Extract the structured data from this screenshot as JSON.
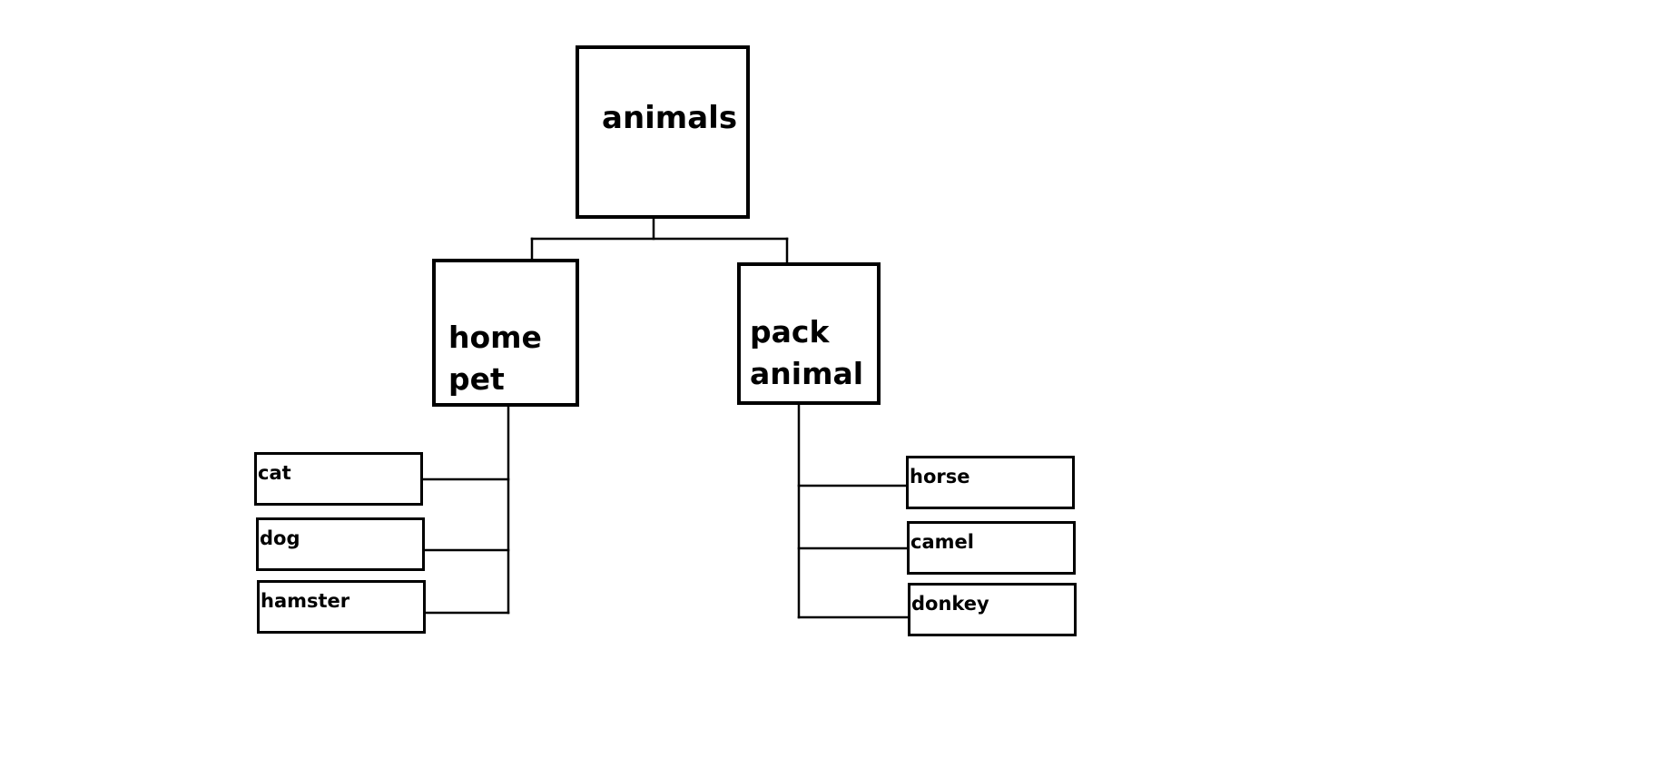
{
  "diagram": {
    "root": {
      "label": "animals"
    },
    "categories": [
      {
        "label": "home pet",
        "label_lines": [
          "home",
          "pet"
        ],
        "children": [
          "cat",
          "dog",
          "hamster"
        ]
      },
      {
        "label": "pack animal",
        "label_lines": [
          "pack",
          "animal"
        ],
        "children": [
          "horse",
          "camel",
          "donkey"
        ]
      }
    ],
    "colors": {
      "stroke": "#000000",
      "background": "#ffffff",
      "text": "#000000"
    }
  }
}
